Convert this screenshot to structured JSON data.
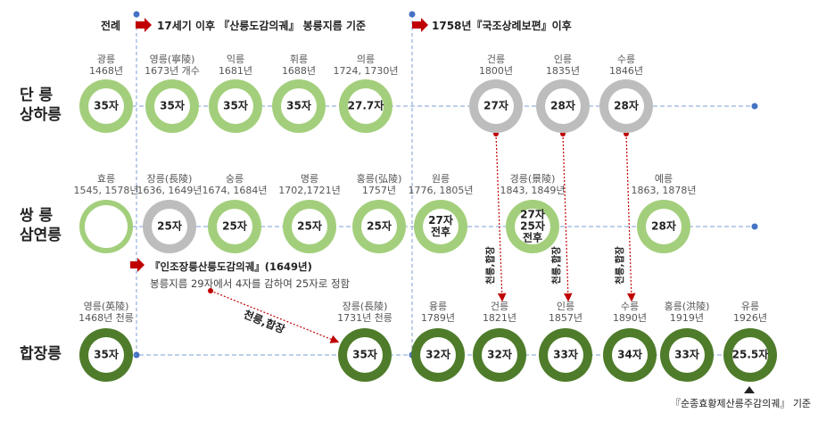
{
  "headers": {
    "legend": "전례",
    "period1": "17세기 이후 『산릉도감의궤』 봉릉지름 기준",
    "period2": "1758년『국조상례보편』이후"
  },
  "rows": {
    "danneung": [
      "단  릉",
      "상하릉"
    ],
    "ssang": [
      "쌍  릉",
      "삼연릉"
    ],
    "hapjang": "합장릉"
  },
  "note": {
    "title": "『인조장릉산릉도감의궤』(1649년)",
    "body": "봉릉지름 29자에서 4자를 감하여 25자로 정함"
  },
  "arrow_labels": {
    "cheonreung": "천릉,합장",
    "vert": "천릉,합장"
  },
  "footer": "『순종효황제산릉주감의궤』 기준",
  "colors": {
    "light_green": "#a3cf7c",
    "dark_green": "#4e7c2a",
    "gray": "#bdbdbd",
    "red_arrow": "#c00000",
    "dashed_line": "#7d9fd6"
  },
  "tombs": [
    {
      "id": "gwang",
      "row": "danneung",
      "name": "광릉",
      "year": "1468년",
      "size": "35자",
      "style": "light"
    },
    {
      "id": "yeong1",
      "row": "danneung",
      "name": "영릉(寧陵)",
      "year": "1673년 개수",
      "size": "35자",
      "style": "light"
    },
    {
      "id": "ik",
      "row": "danneung",
      "name": "익릉",
      "year": "1681년",
      "size": "35자",
      "style": "light"
    },
    {
      "id": "hwi",
      "row": "danneung",
      "name": "휘릉",
      "year": "1688년",
      "size": "35자",
      "style": "light"
    },
    {
      "id": "ui",
      "row": "danneung",
      "name": "의릉",
      "year": "1724, 1730년",
      "size": "27.7자",
      "style": "light"
    },
    {
      "id": "geon1",
      "row": "danneung",
      "name": "건릉",
      "year": "1800년",
      "size": "27자",
      "style": "gray"
    },
    {
      "id": "in1",
      "row": "danneung",
      "name": "인릉",
      "year": "1835년",
      "size": "28자",
      "style": "gray"
    },
    {
      "id": "su1",
      "row": "danneung",
      "name": "수릉",
      "year": "1846년",
      "size": "28자",
      "style": "gray"
    },
    {
      "id": "hyo",
      "row": "ssang",
      "name": "효릉",
      "year": "1545, 1578년",
      "size": "",
      "style": "light"
    },
    {
      "id": "jang1",
      "row": "ssang",
      "name": "장릉(長陵)",
      "year": "1636, 1649년",
      "size": "25자",
      "style": "gray"
    },
    {
      "id": "sung",
      "row": "ssang",
      "name": "숭릉",
      "year": "1674, 1684년",
      "size": "25자",
      "style": "light"
    },
    {
      "id": "myeong",
      "row": "ssang",
      "name": "명릉",
      "year": "1702,1721년",
      "size": "25자",
      "style": "light"
    },
    {
      "id": "hong1",
      "row": "ssang",
      "name": "홍릉(弘陵)",
      "year": "1757년",
      "size": "25자",
      "style": "light"
    },
    {
      "id": "won",
      "row": "ssang",
      "name": "원릉",
      "year": "1776, 1805년",
      "size": "27자\n전후",
      "style": "light"
    },
    {
      "id": "gyeong",
      "row": "ssang",
      "name": "경릉(景陵)",
      "year": "1843, 1849년",
      "size": "27자\n25자\n전후",
      "style": "light"
    },
    {
      "id": "ye",
      "row": "ssang",
      "name": "예릉",
      "year": "1863, 1878년",
      "size": "28자",
      "style": "light"
    },
    {
      "id": "yeong2",
      "row": "hapjang",
      "name": "영릉(英陵)",
      "year": "1468년 천릉",
      "size": "35자",
      "style": "dark"
    },
    {
      "id": "jang2",
      "row": "hapjang",
      "name": "장릉(長陵)",
      "year": "1731년 천릉",
      "size": "35자",
      "style": "dark"
    },
    {
      "id": "yung",
      "row": "hapjang",
      "name": "융릉",
      "year": "1789년",
      "size": "32자",
      "style": "dark"
    },
    {
      "id": "geon2",
      "row": "hapjang",
      "name": "건릉",
      "year": "1821년",
      "size": "32자",
      "style": "dark"
    },
    {
      "id": "in2",
      "row": "hapjang",
      "name": "인릉",
      "year": "1857년",
      "size": "33자",
      "style": "dark"
    },
    {
      "id": "su2",
      "row": "hapjang",
      "name": "수릉",
      "year": "1890년",
      "size": "34자",
      "style": "dark"
    },
    {
      "id": "hong2",
      "row": "hapjang",
      "name": "홍릉(洪陵)",
      "year": "1919년",
      "size": "33자",
      "style": "dark"
    },
    {
      "id": "yu",
      "row": "hapjang",
      "name": "유릉",
      "year": "1926년",
      "size": "25.5자",
      "style": "dark"
    }
  ]
}
